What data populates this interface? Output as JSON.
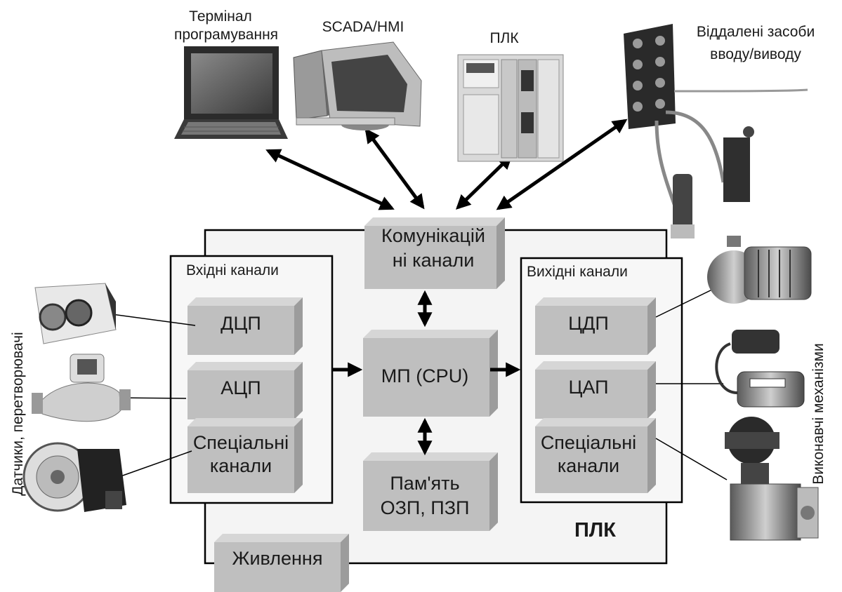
{
  "top_devices": {
    "terminal": [
      "Термінал",
      "програмування"
    ],
    "scada": "SCADA/HMI",
    "plc": "ПЛК",
    "remote_io": [
      "Віддалені засоби",
      "вводу/виводу"
    ]
  },
  "comm": [
    "Комунікацій",
    "ні канали"
  ],
  "inputs": {
    "header": "Вхідні канали",
    "dcp": "ДЦП",
    "adc": "АЦП",
    "special": [
      "Спеціальні",
      "канали"
    ]
  },
  "outputs": {
    "header": "Вихідні канали",
    "cdp": "ЦДП",
    "dac": "ЦАП",
    "special": [
      "Спеціальні",
      "канали"
    ]
  },
  "cpu": "МП (CPU)",
  "memory": [
    "Пам'ять",
    "ОЗП, ПЗП"
  ],
  "power": "Живлення",
  "plc_label": "ПЛК",
  "left_side": "Датчики, перетворювачі",
  "right_side": "Виконавчі механізми"
}
